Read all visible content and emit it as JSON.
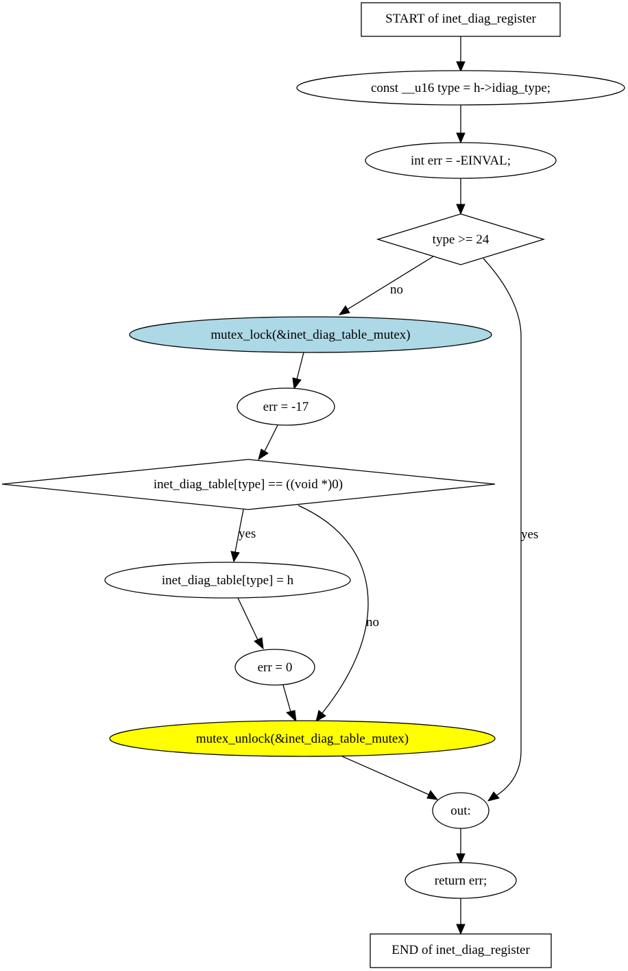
{
  "nodes": {
    "start": "START of inet_diag_register",
    "decl_type": "const __u16 type = h->idiag_type;",
    "decl_err": "int err = -EINVAL;",
    "cond_type": "type >= 24",
    "mutex_lock": "mutex_lock(&inet_diag_table_mutex)",
    "err_17": "err = -17",
    "cond_table": "inet_diag_table[type] == ((void *)0)",
    "assign_table": "inet_diag_table[type] = h",
    "err_0": "err = 0",
    "mutex_unlock": "mutex_unlock(&inet_diag_table_mutex)",
    "out": "out:",
    "return": "return err;",
    "end": "END of inet_diag_register"
  },
  "edge_labels": {
    "type_no": "no",
    "type_yes": "yes",
    "table_yes": "yes",
    "table_no": "no"
  },
  "colors": {
    "mutex_lock_fill": "#add8e6",
    "mutex_unlock_fill": "#ffff00",
    "default_fill": "#ffffff"
  }
}
